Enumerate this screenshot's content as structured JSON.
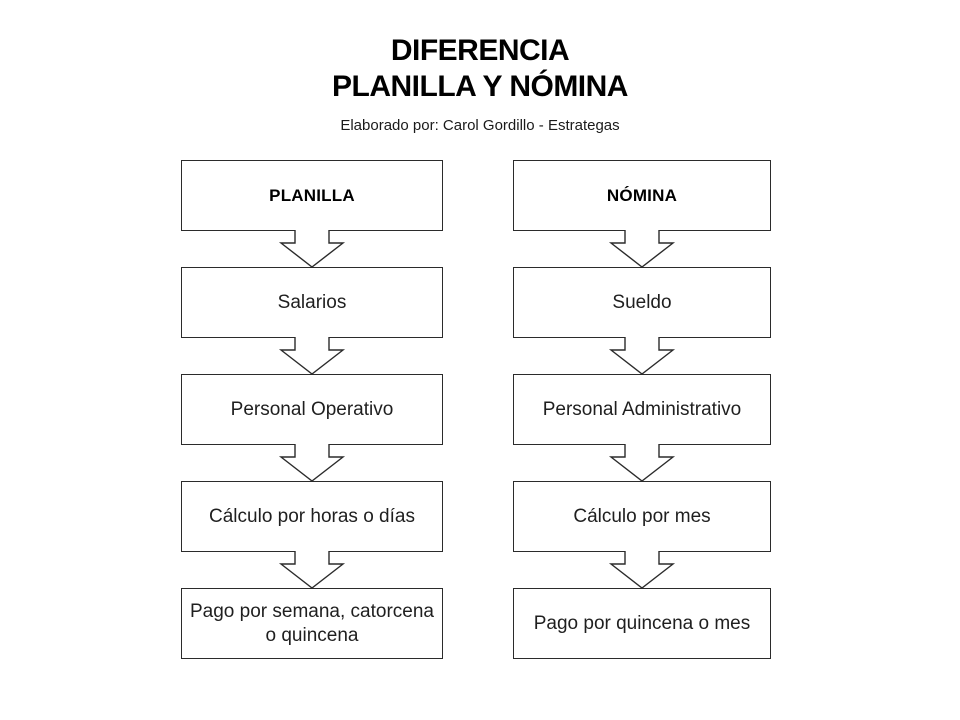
{
  "title": {
    "line1": "DIFERENCIA",
    "line2": "PLANILLA Y NÓMINA",
    "subtitle": "Elaborado por: Carol Gordillo - Estrategas"
  },
  "columns": [
    {
      "id": "planilla",
      "header": "PLANILLA",
      "items": [
        "Salarios",
        "Personal Operativo",
        "Cálculo por horas o días",
        "Pago por semana, catorcena o quincena"
      ]
    },
    {
      "id": "nomina",
      "header": "NÓMINA",
      "items": [
        "Sueldo",
        "Personal Administrativo",
        "Cálculo por mes",
        "Pago por quincena o mes"
      ]
    }
  ],
  "icons": {
    "connector": "down-arrow-icon"
  },
  "colors": {
    "background": "#ffffff",
    "box_fill": "#ffffff",
    "box_border": "#2b2b2b",
    "title_text": "#000000",
    "body_text": "#1f1f1f",
    "arrow_fill": "#ffffff",
    "arrow_stroke": "#2b2b2b"
  }
}
